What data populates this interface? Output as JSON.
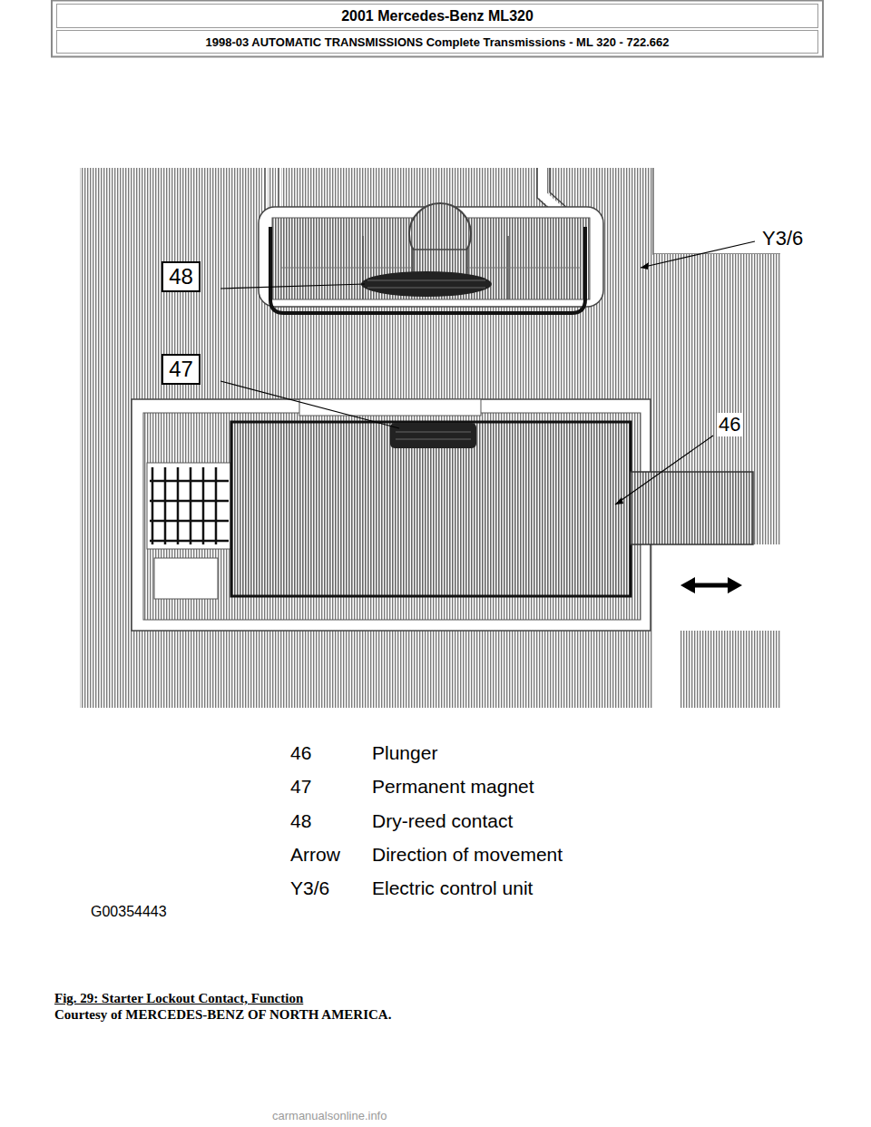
{
  "diagram": {
    "caption": "Fig. 29: Starter Lockout Contact, Function",
    "nodes": [
      {
        "text": [
          "2001 Mercedes-Benz ML320"
        ]
      },
      {
        "text": [
          "1998-03 AUTOMATIC TRANSMISSIONS Complete Transmissions - ML 320 - 722.662"
        ]
      },
      {
        "text": [
          "48"
        ]
      },
      {
        "text": [
          "47"
        ]
      }
    ],
    "labels": [
      "Y3/6",
      "46",
      "46",
      "Plunger",
      "47",
      "Permanent magnet",
      "48",
      "Dry-reed contact",
      "Arrow",
      "Direction of movement",
      "Y3/6",
      "Electric control unit",
      "G00354443",
      "Courtesy of MERCEDES-BENZ OF NORTH AMERICA.",
      "carmanualsonline.info"
    ]
  }
}
